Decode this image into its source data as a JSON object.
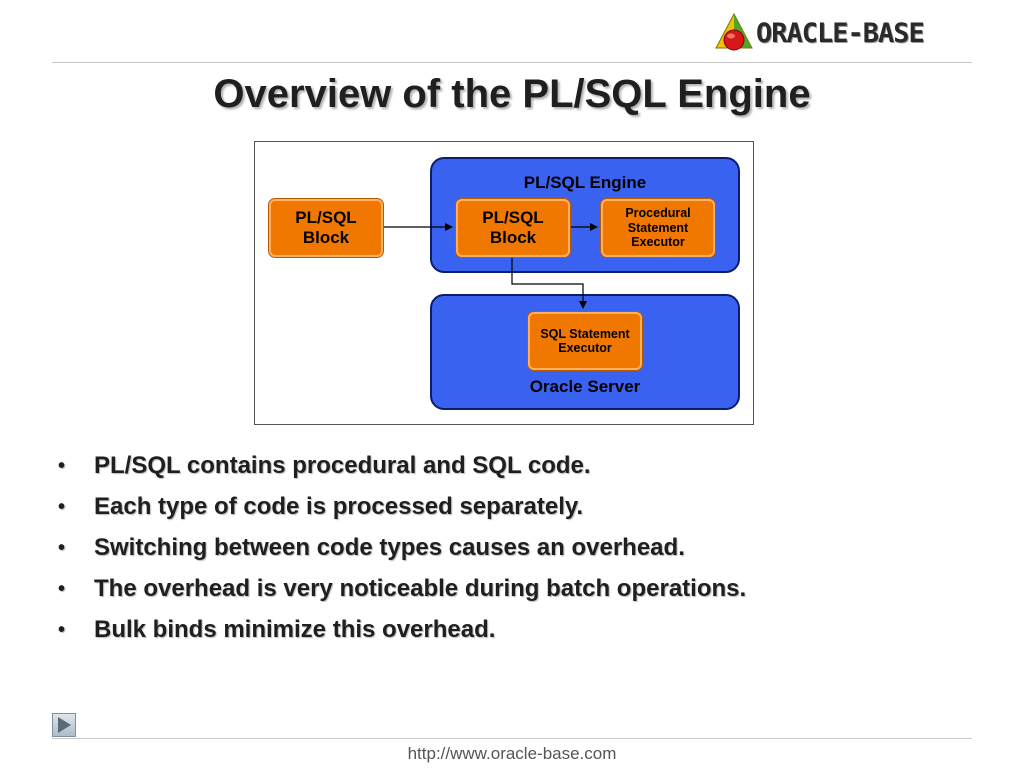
{
  "header": {
    "logo_text": "ORACLE-BASE"
  },
  "slide": {
    "title": "Overview of the PL/SQL Engine"
  },
  "diagram": {
    "engine_label": "PL/SQL Engine",
    "server_label": "Oracle Server",
    "outer_block": "PL/SQL\nBlock",
    "inner_block": "PL/SQL\nBlock",
    "procedural_executor": "Procedural\nStatement\nExecutor",
    "sql_executor": "SQL Statement\nExecutor",
    "colors": {
      "panel_fill": "#3a62f0",
      "panel_border": "#0b1d6b",
      "box_fill": "#f07800",
      "box_border": "#ffb060"
    }
  },
  "bullets": [
    "PL/SQL contains procedural and SQL code.",
    "Each type of code is processed separately.",
    "Switching between code types causes an overhead.",
    "The overhead is very noticeable during batch operations.",
    "Bulk binds minimize this overhead."
  ],
  "bullet_glyph": "•",
  "nav": {
    "icon": "play-arrow-icon"
  },
  "footer": {
    "url": "http://www.oracle-base.com"
  }
}
